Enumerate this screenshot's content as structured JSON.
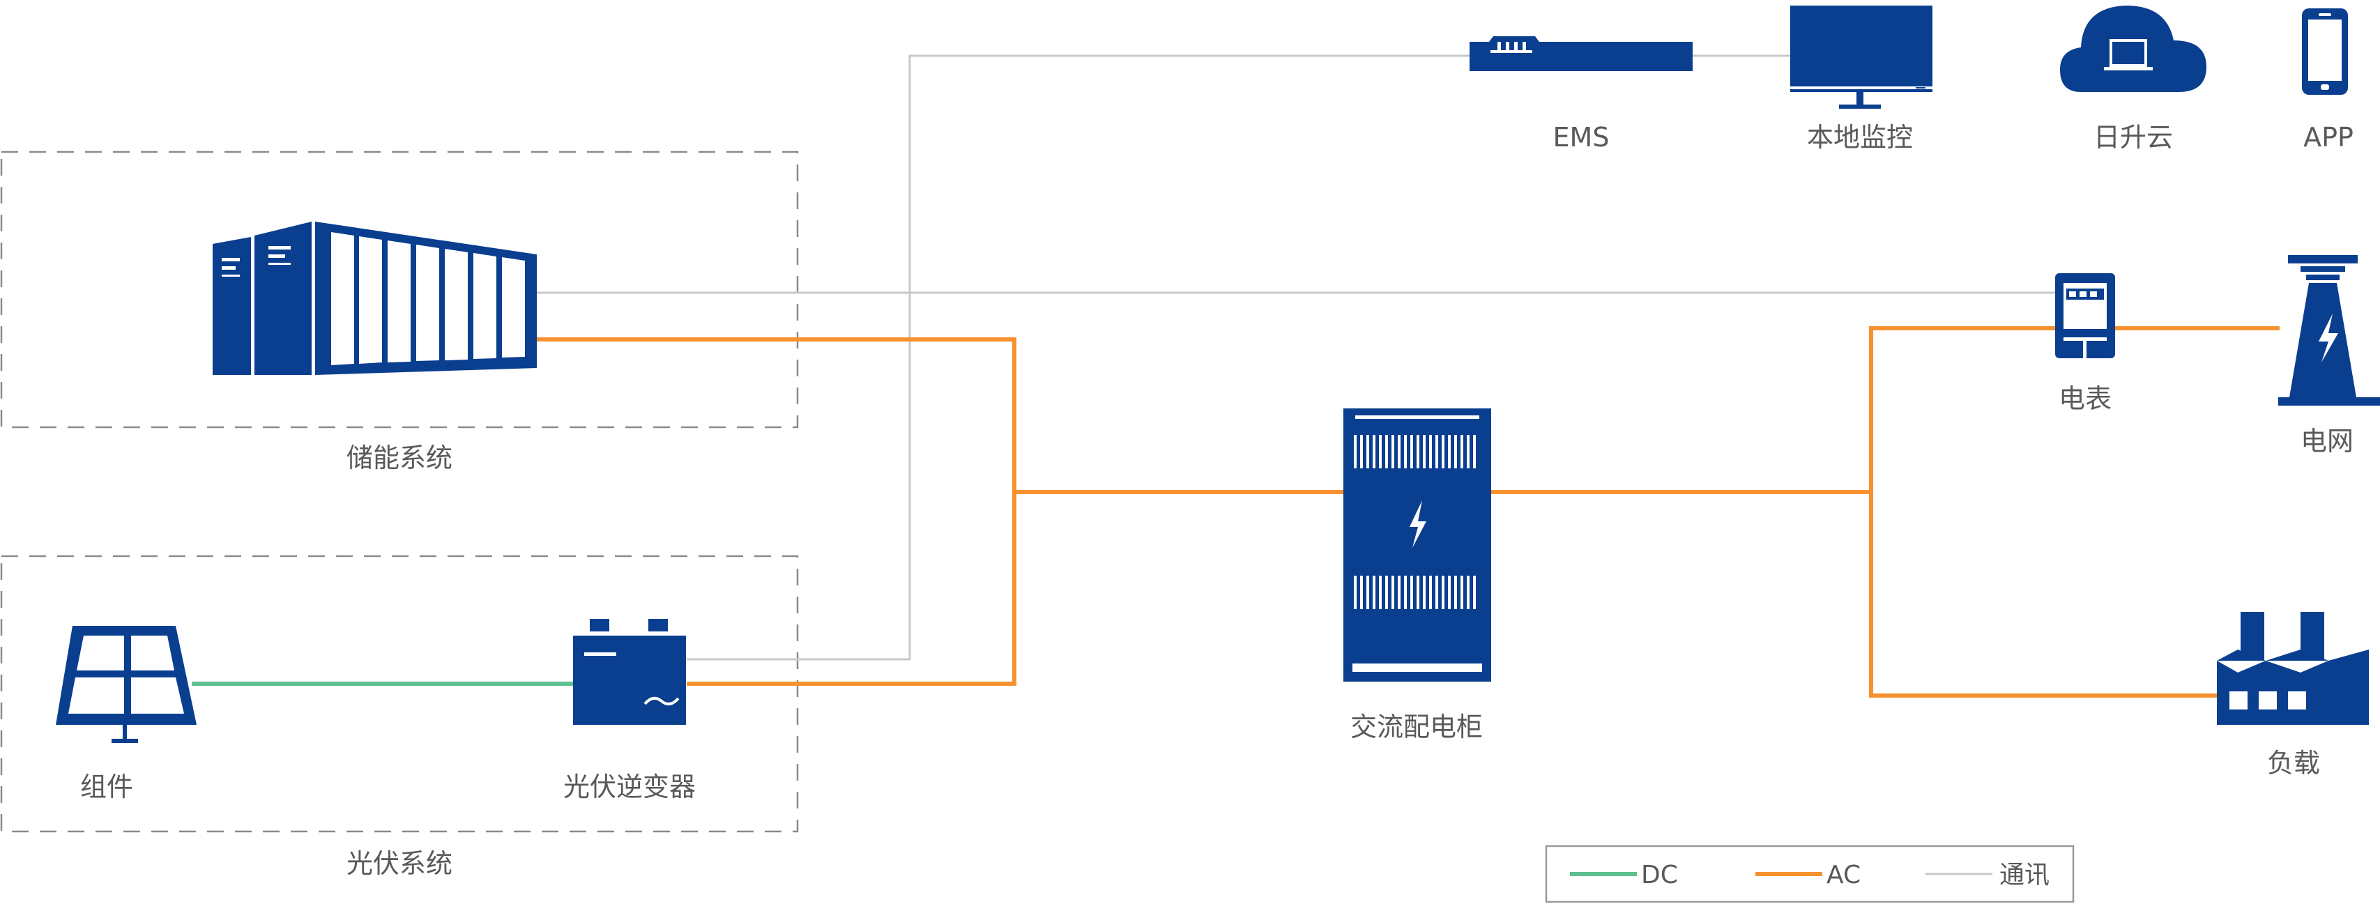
{
  "colors": {
    "dc": "#5cc08f",
    "ac": "#f5922f",
    "comm": "#c8c8c8",
    "icon": "#0a3e8f",
    "box_border": "#8a8a8a",
    "text": "#595959"
  },
  "groups": {
    "storage": "储能系统",
    "pv": "光伏系统"
  },
  "nodes": {
    "ems": "EMS",
    "local_monitor": "本地监控",
    "cloud": "日升云",
    "app": "APP",
    "meter": "电表",
    "grid": "电网",
    "ac_cabinet": "交流配电柜",
    "load": "负载",
    "module": "组件",
    "inverter": "光伏逆变器"
  },
  "legend": {
    "dc": "DC",
    "ac": "AC",
    "comm": "通讯"
  }
}
